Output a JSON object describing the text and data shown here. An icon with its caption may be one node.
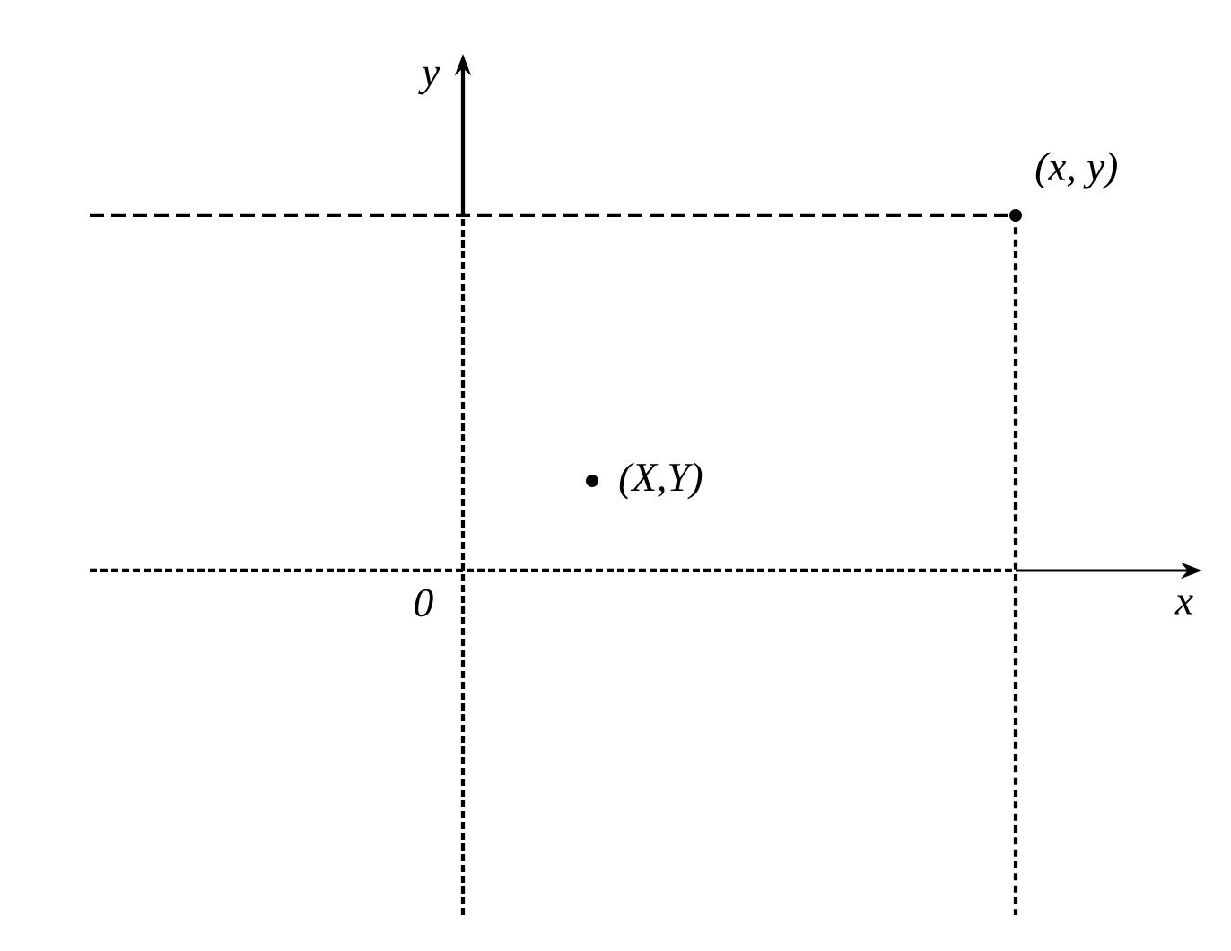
{
  "diagram": {
    "labels": [
      "y",
      "(x, y)",
      "(X,Y)",
      "0",
      "x"
    ]
  }
}
